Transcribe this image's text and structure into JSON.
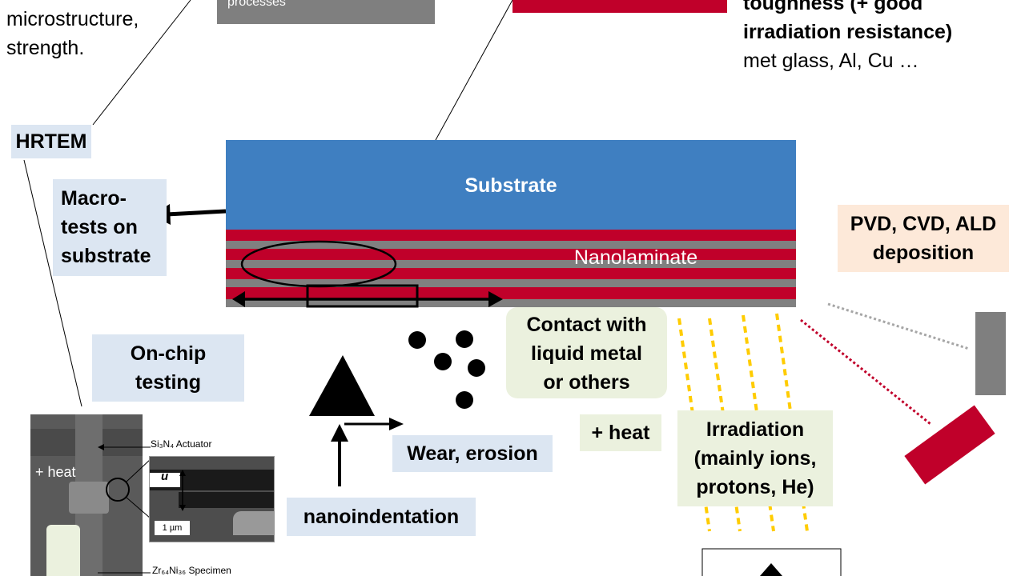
{
  "top_left": {
    "line1": "microstructure,",
    "line2": "strength."
  },
  "grey_box": {
    "text": "processes"
  },
  "top_right": {
    "line1": "toughness (+ good",
    "line2": "irradiation resistance)",
    "line3": "met glass, Al, Cu …"
  },
  "hrtem": {
    "label": "HRTEM"
  },
  "substrate": {
    "label": "Substrate"
  },
  "nanolaminate": {
    "label": "Nanolaminate"
  },
  "macro_tests": {
    "line1": "Macro-",
    "line2": "tests on",
    "line3": "substrate"
  },
  "deposition": {
    "line1": "PVD, CVD, ALD",
    "line2": "deposition"
  },
  "on_chip": {
    "line1": "On-chip",
    "line2": "testing"
  },
  "contact": {
    "line1": "Contact with",
    "line2": "liquid metal",
    "line3": "or others"
  },
  "heat_box": {
    "label": "+ heat"
  },
  "wear": {
    "label": "Wear, erosion"
  },
  "nanoindentation": {
    "label": "nanoindentation"
  },
  "irradiation": {
    "line1": "Irradiation",
    "line2": "(mainly ions,",
    "line3": "protons, He)"
  },
  "micrograph": {
    "heat_label": "+ heat",
    "actuator_label": "Si₃N₄ Actuator",
    "u_label": "u",
    "scale_label": "1 µm",
    "specimen_label": "Zr₆₄Ni₃₆ Specimen"
  },
  "colors": {
    "substrate_blue": "#3f7fc1",
    "laminate_red": "#c0002a",
    "laminate_grey": "#808080",
    "box_blue": "#dce6f2",
    "box_green": "#ebf1de",
    "box_orange": "#fde9d9",
    "irradiation_yellow": "#ffcc00"
  }
}
